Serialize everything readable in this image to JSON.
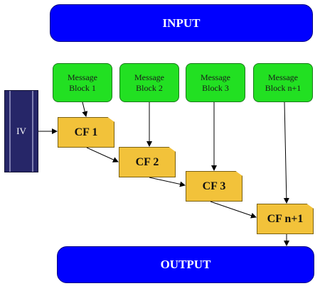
{
  "input": {
    "label": "INPUT"
  },
  "output": {
    "label": "OUTPUT"
  },
  "iv": {
    "label": "IV"
  },
  "message_blocks": [
    {
      "line1": "Message",
      "line2": "Block 1"
    },
    {
      "line1": "Message",
      "line2": "Block 2"
    },
    {
      "line1": "Message",
      "line2": "Block 3"
    },
    {
      "line1": "Message",
      "line2": "Block n+1"
    }
  ],
  "compression_functions": [
    {
      "label": "CF 1"
    },
    {
      "label": "CF 2"
    },
    {
      "label": "CF 3"
    },
    {
      "label": "CF n+1"
    }
  ],
  "colors": {
    "banner": "#0000ff",
    "message_block": "#22e022",
    "compression_function": "#f2c23a",
    "iv_block": "#262668"
  }
}
